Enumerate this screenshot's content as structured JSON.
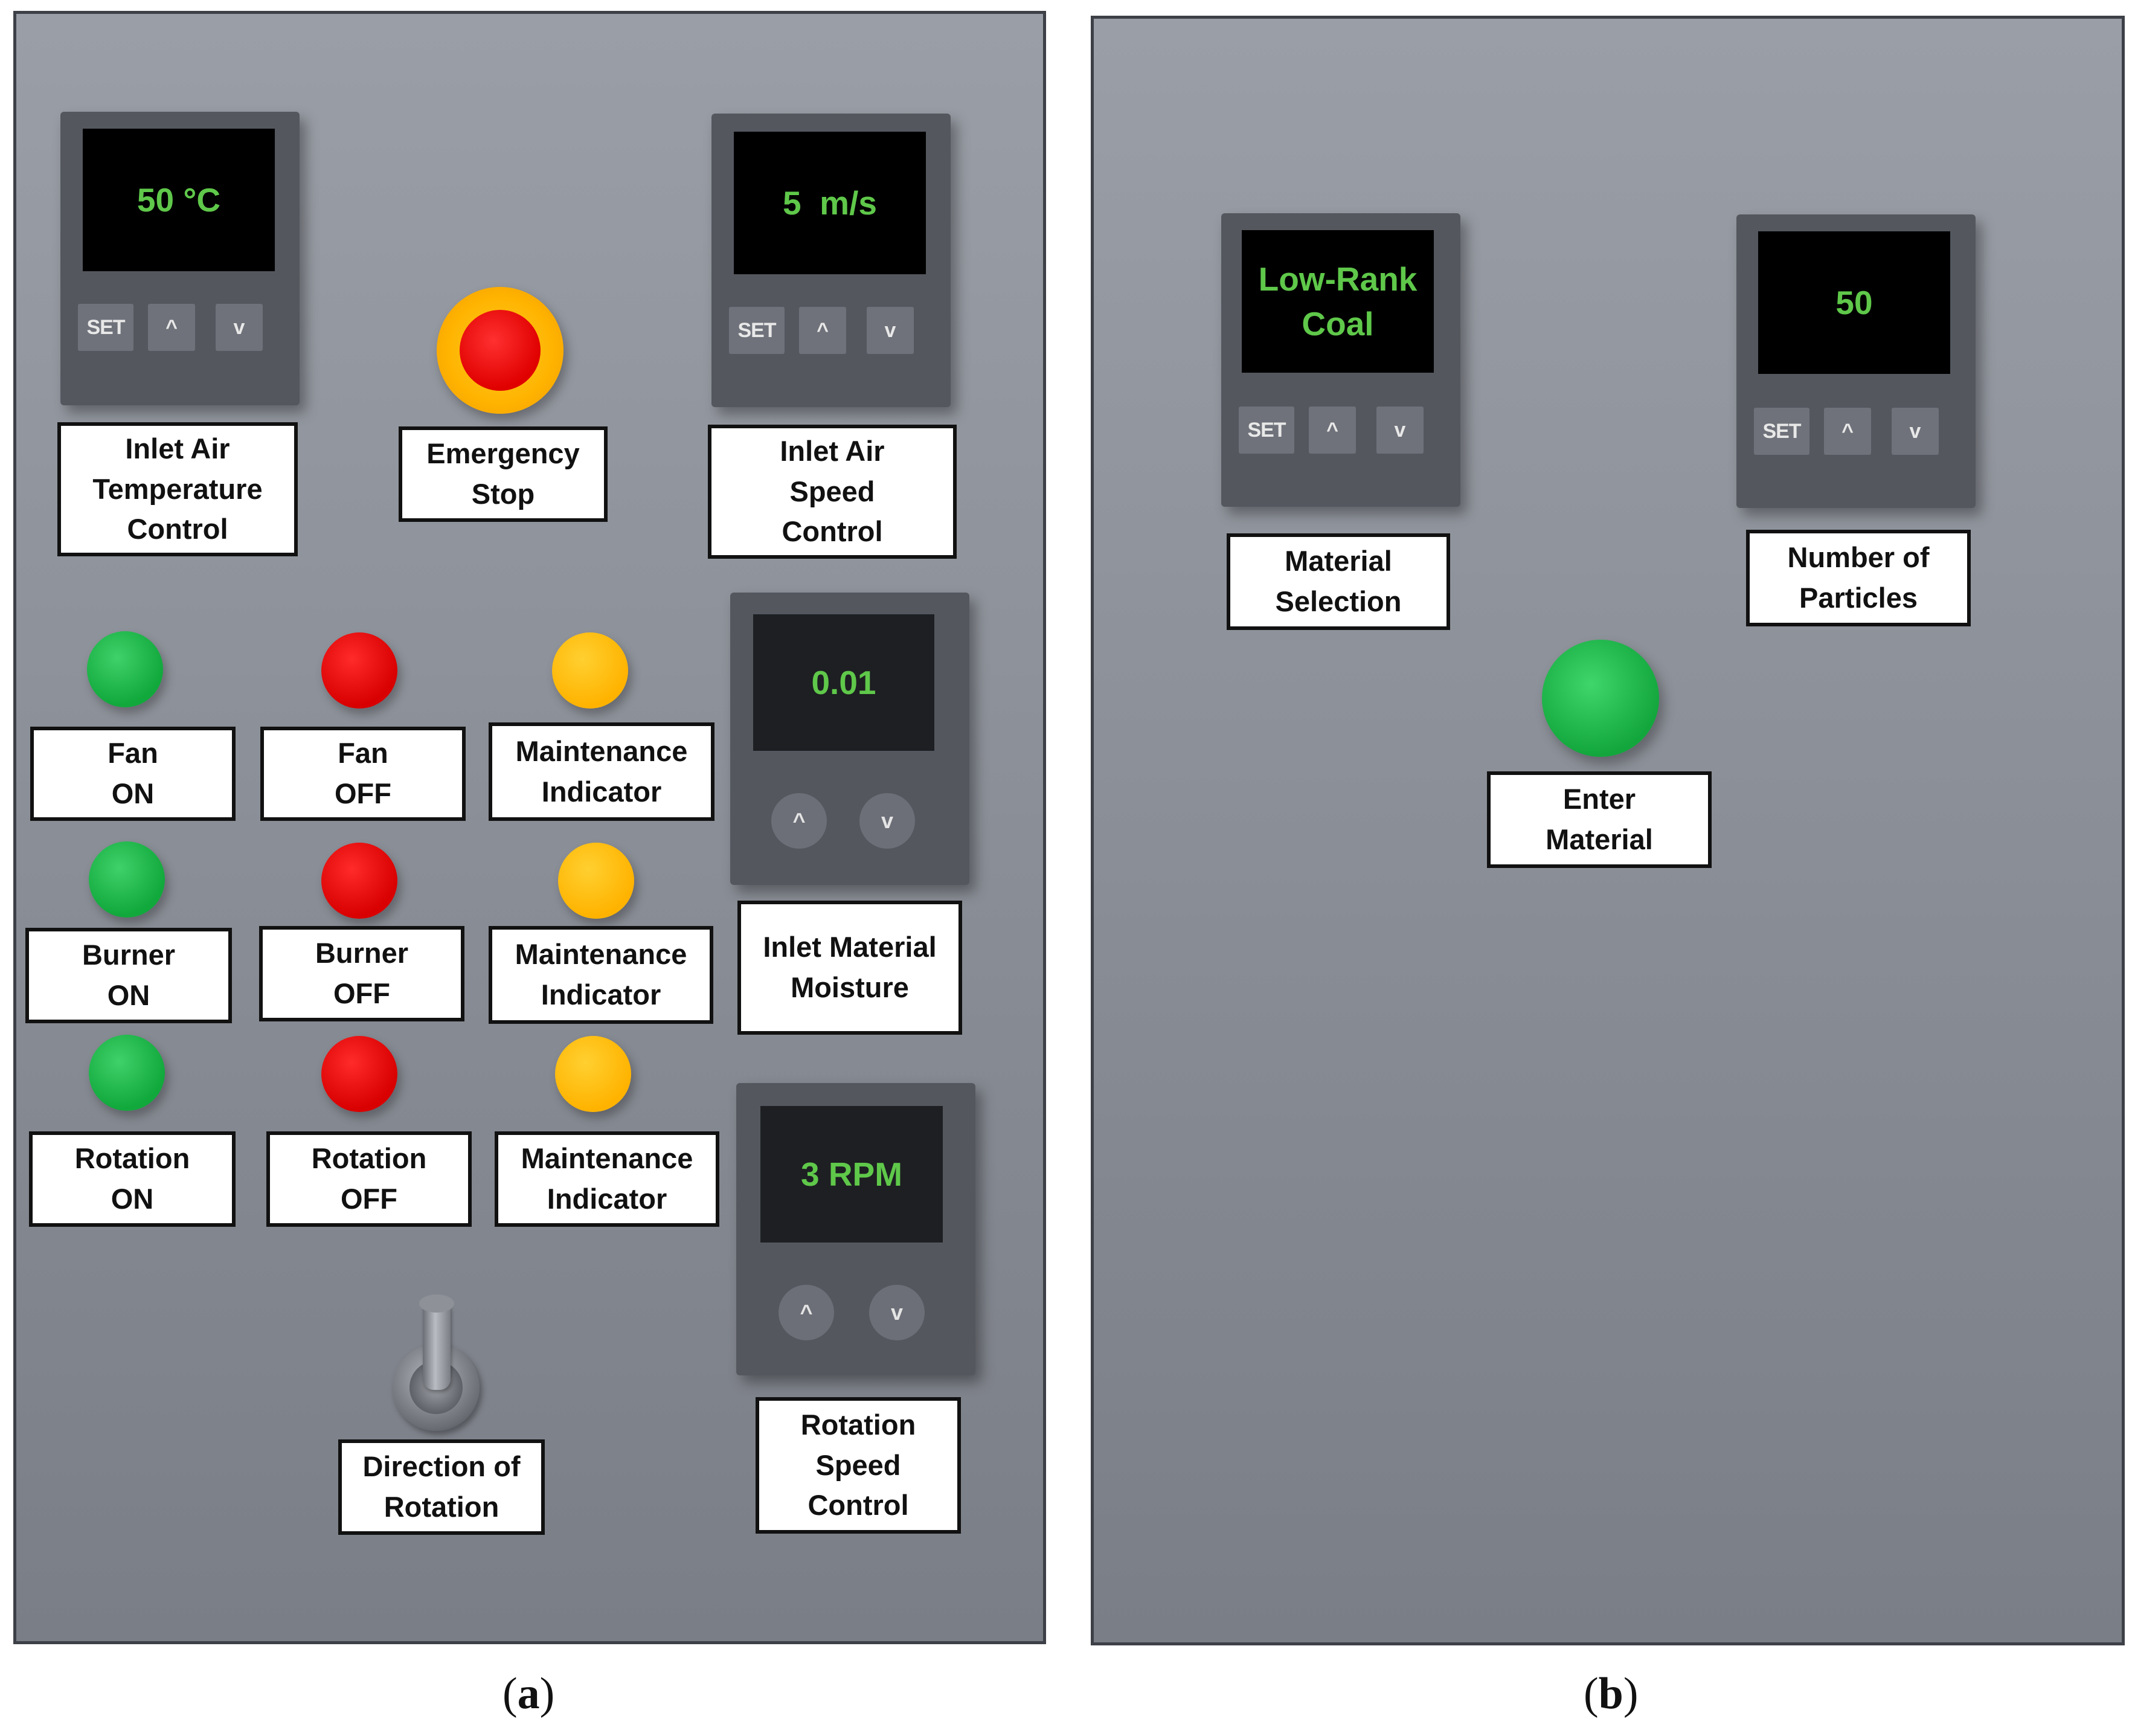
{
  "panel_a": {
    "temperature": {
      "display": "50 °C",
      "set": "SET",
      "up": "^",
      "down": "v",
      "label": [
        "Inlet Air",
        "Temperature",
        "Control"
      ]
    },
    "emergency": {
      "label": [
        "Emergency",
        "Stop"
      ]
    },
    "speed": {
      "display": "5  m/s",
      "set": "SET",
      "up": "^",
      "down": "v",
      "label": [
        "Inlet Air",
        "Speed",
        "Control"
      ]
    },
    "indicators": [
      {
        "label": [
          "Fan",
          "ON"
        ]
      },
      {
        "label": [
          "Fan",
          "OFF"
        ]
      },
      {
        "label": [
          "Maintenance",
          "Indicator"
        ]
      },
      {
        "label": [
          "Burner",
          "ON"
        ]
      },
      {
        "label": [
          "Burner",
          "OFF"
        ]
      },
      {
        "label": [
          "Maintenance",
          "Indicator"
        ]
      },
      {
        "label": [
          "Rotation",
          "ON"
        ]
      },
      {
        "label": [
          "Rotation",
          "OFF"
        ]
      },
      {
        "label": [
          "Maintenance",
          "Indicator"
        ]
      }
    ],
    "moisture": {
      "display": "0.01",
      "up": "^",
      "down": "v",
      "label": [
        "Inlet Material",
        "Moisture"
      ]
    },
    "rotation_speed": {
      "display": "3 RPM",
      "up": "^",
      "down": "v",
      "label": [
        "Rotation",
        "Speed",
        "Control"
      ]
    },
    "direction": {
      "label": [
        "Direction of",
        "Rotation"
      ]
    }
  },
  "panel_b": {
    "material": {
      "display": [
        "Low-Rank",
        "Coal"
      ],
      "set": "SET",
      "up": "^",
      "down": "v",
      "label": [
        "Material",
        "Selection"
      ]
    },
    "particles": {
      "display": "50",
      "set": "SET",
      "up": "^",
      "down": "v",
      "label": [
        "Number of",
        "Particles"
      ]
    },
    "enter": {
      "label": [
        "Enter",
        "Material"
      ]
    }
  },
  "captions": {
    "a": {
      "open": "(",
      "letter": "a",
      "close": ")"
    },
    "b": {
      "open": "(",
      "letter": "b",
      "close": ")"
    }
  },
  "colors": {
    "display_text": "#5fc84a",
    "green": "#11a83c",
    "red": "#d80000",
    "amber": "#ffb300",
    "panel": "#8c9098"
  }
}
